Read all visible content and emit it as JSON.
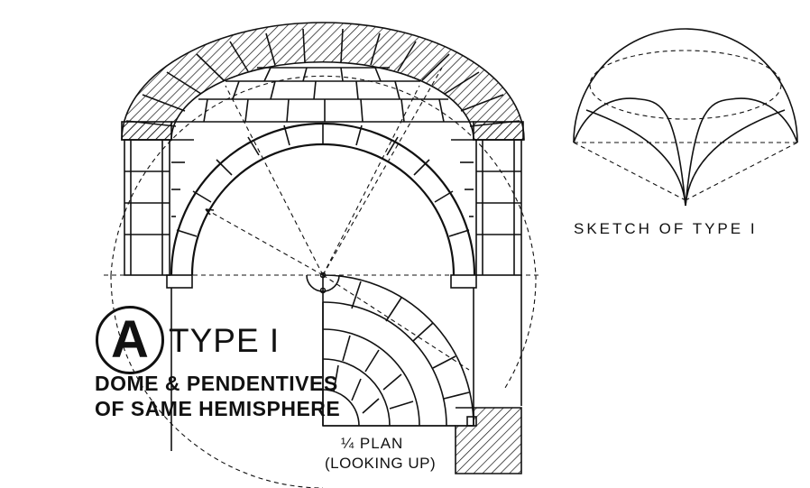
{
  "figure": {
    "letter": "A",
    "type_title": "TYPE I",
    "description_line1": "DOME & PENDENTIVES",
    "description_line2": "OF SAME HEMISPHERE",
    "plan_label_line1": "¼ PLAN",
    "plan_label_line2": "(LOOKING UP)",
    "sketch_caption": "SKETCH OF TYPE I"
  },
  "colors": {
    "ink": "#111111",
    "paper": "#ffffff"
  }
}
